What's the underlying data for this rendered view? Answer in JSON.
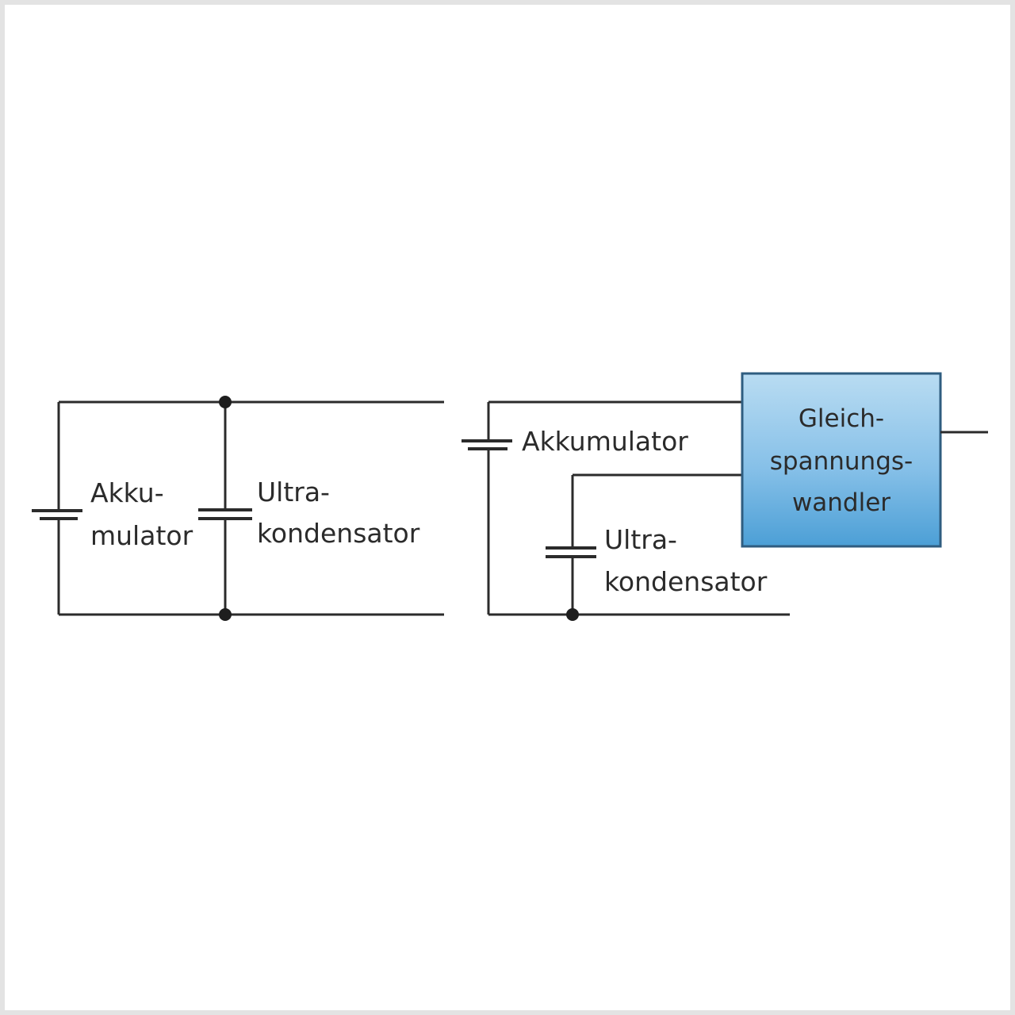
{
  "diagram_left": {
    "battery_label_line1": "Akku-",
    "battery_label_line2": "mulator",
    "capacitor_label_line1": "Ultra-",
    "capacitor_label_line2": "kondensator"
  },
  "diagram_right": {
    "battery_label": "Akkumulator",
    "capacitor_label_line1": "Ultra-",
    "capacitor_label_line2": "kondensator",
    "converter_label_line1": "Gleich-",
    "converter_label_line2": "spannungs-",
    "converter_label_line3": "wandler"
  },
  "colors": {
    "wire": "#2b2b2b",
    "converter_fill_top": "#b9dcf2",
    "converter_fill_bottom": "#4c9fd6",
    "converter_border": "#2f5d80"
  }
}
